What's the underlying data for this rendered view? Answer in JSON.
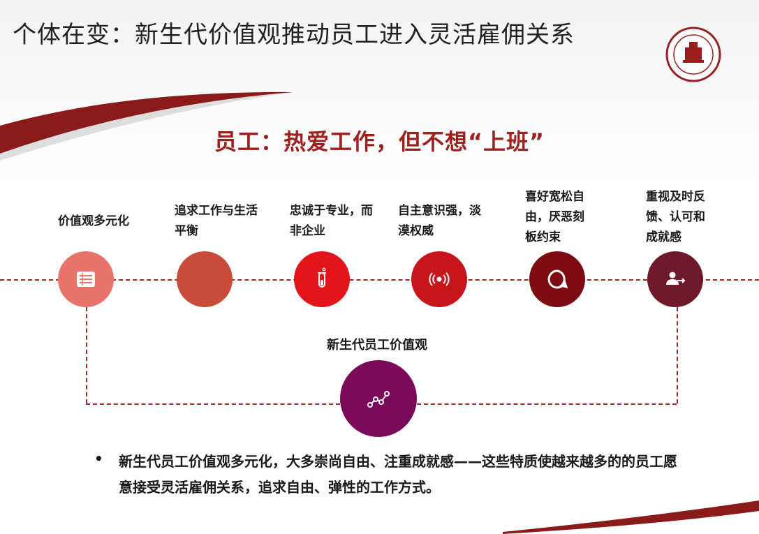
{
  "slide": {
    "title": "个体在变：新生代价值观推动员工进入灵活雇佣关系",
    "subtitle": "员工：热爱工作，但不想“上班”"
  },
  "items": [
    {
      "label": "价值观多元化",
      "icon": "list-icon",
      "color": "#e8736a"
    },
    {
      "label": "追求工作与生活平衡",
      "icon": "",
      "color": "#c94c3a"
    },
    {
      "label": "忠诚于专业，而非企业",
      "icon": "test-tube-icon",
      "color": "#e3151a"
    },
    {
      "label": "自主意识强，淡漠权威",
      "icon": "broadcast-icon",
      "color": "#c8141b"
    },
    {
      "label": "喜好宽松自由，厌恶刻板约束",
      "icon": "speech-bubble-icon",
      "color": "#7e0b12"
    },
    {
      "label": "重视及时反馈、认可和成就感",
      "icon": "user-transfer-icon",
      "color": "#6e1a2c"
    }
  ],
  "center": {
    "label": "新生代员工价值观",
    "icon": "trend-line-icon",
    "color": "#7b0a5a"
  },
  "bullet": {
    "marker": "•",
    "text": "新生代员工价值观多元化，大多崇尚自由、注重成就感——这些特质使越来越多的的员工愿意接受灵活雇佣关系，追求自由、弹性的工作方式。"
  },
  "colors": {
    "accent": "#a01f1f",
    "swoosh": "#8b1a1a",
    "line": "#a0262a"
  }
}
